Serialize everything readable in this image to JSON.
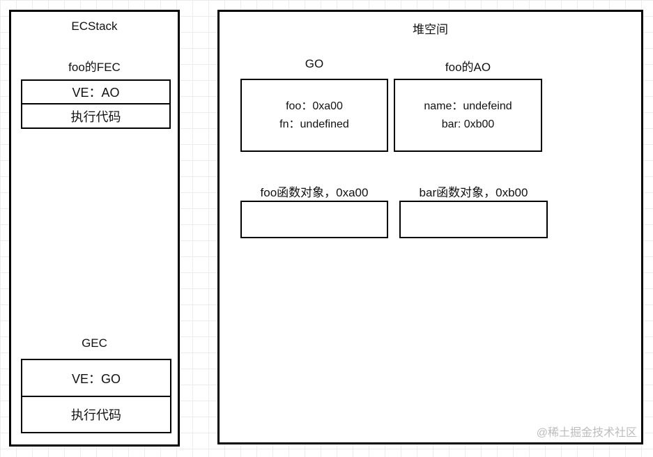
{
  "stack_panel": {
    "title": "ECStack",
    "fec": {
      "label": "foo的FEC",
      "rows": [
        "VE：AO",
        "执行代码"
      ]
    },
    "gec": {
      "label": "GEC",
      "rows": [
        "VE：GO",
        "执行代码"
      ]
    }
  },
  "heap_panel": {
    "title": "堆空间",
    "go_object": {
      "label": "GO",
      "lines": [
        "foo：0xa00",
        "fn：undefined"
      ]
    },
    "ao_object": {
      "label": "foo的AO",
      "lines": [
        "name：undefeind",
        "bar: 0xb00"
      ]
    },
    "foo_function": {
      "label": "foo函数对象，0xa00"
    },
    "bar_function": {
      "label": "bar函数对象，0xb00"
    }
  },
  "watermark": "@稀土掘金技术社区",
  "colors": {
    "border": "#000000",
    "grid": "#ececec",
    "watermark": "#bcbcbc"
  }
}
